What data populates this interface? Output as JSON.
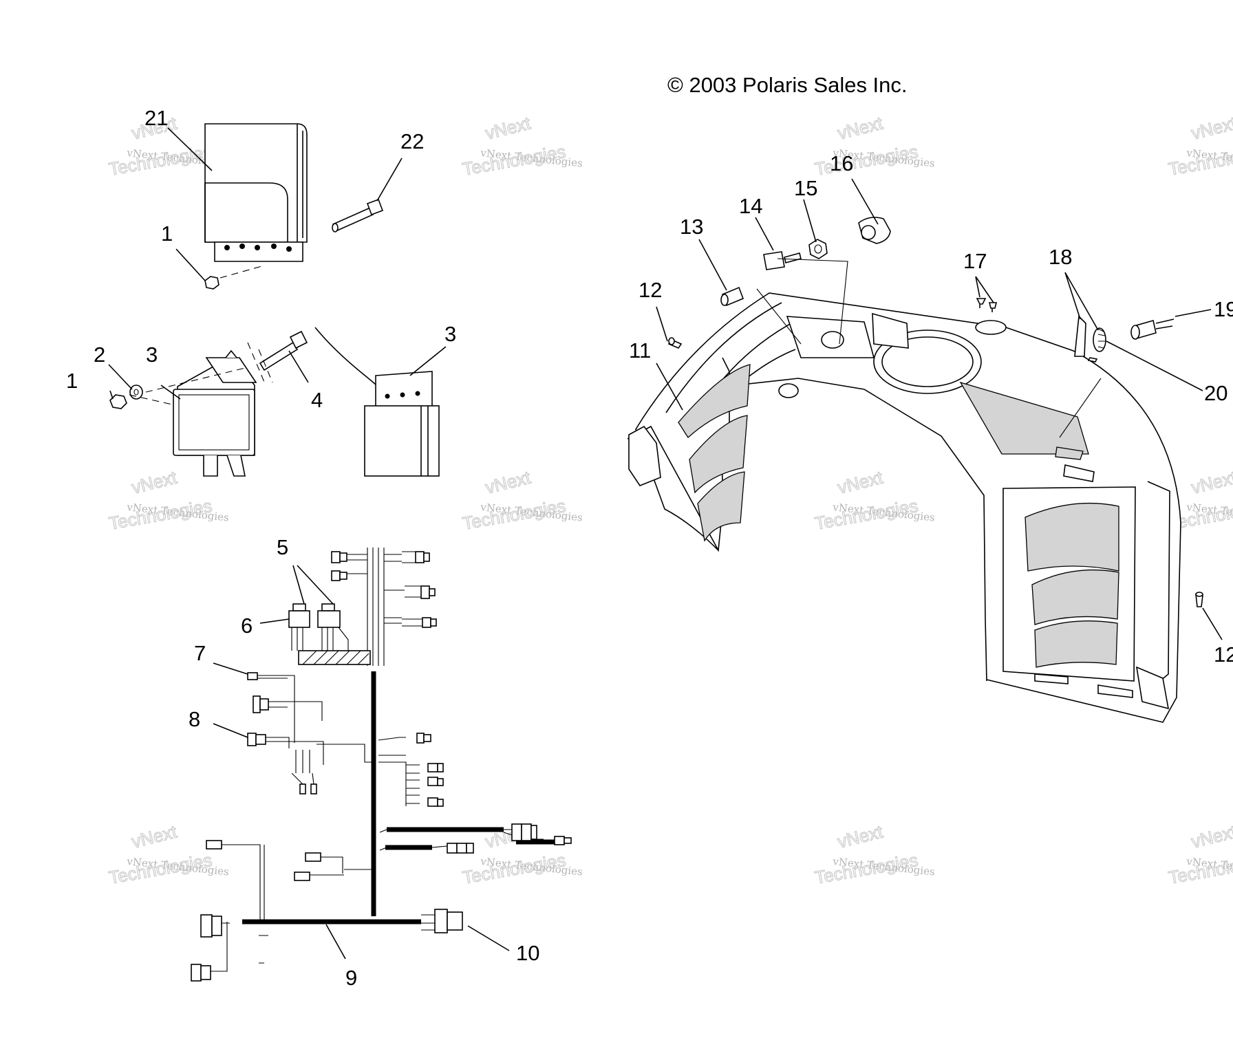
{
  "copyright": "© 2003 Polaris Sales Inc.",
  "watermark": {
    "line1": "vNext",
    "line2": "vNext Technologies",
    "line3": "Technologies"
  },
  "callouts": [
    "21",
    "22",
    "1",
    "2",
    "3",
    "1",
    "4",
    "3",
    "5",
    "6",
    "7",
    "8",
    "9",
    "10",
    "16",
    "15",
    "14",
    "13",
    "17",
    "18",
    "12",
    "19",
    "11",
    "20",
    "12"
  ]
}
